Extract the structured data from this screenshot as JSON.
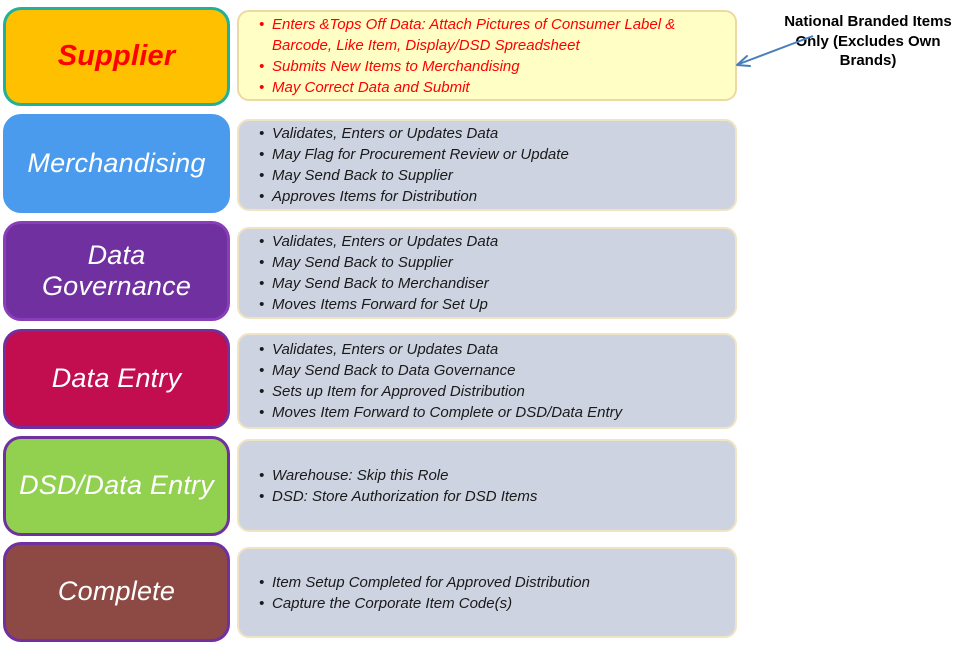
{
  "diagram": {
    "annotation": {
      "text": "National Branded Items Only (Excludes Own Brands)",
      "arrow_color": "#4A7EBB"
    },
    "rows": [
      {
        "label": "Supplier",
        "label_color": "#FF0000",
        "box_fill": "#FFC000",
        "box_border": "#1FB199",
        "desc_fill": "#FFFFC5",
        "desc_border": "#EDD9A2",
        "desc_text_color": "#FF0000",
        "bullets": [
          "Enters &Tops Off Data: Attach Pictures of Consumer Label & Barcode, Like Item, Display/DSD Spreadsheet",
          "Submits New Items to Merchandising",
          "May Correct Data and Submit"
        ]
      },
      {
        "label": "Merchandising",
        "label_color": "#FFFFFF",
        "box_fill": "#4A9BEE",
        "box_border": "#4A9BEE",
        "desc_fill": "#CDD3E0",
        "desc_border": "#F0E4C3",
        "desc_text_color": "#1A1A1A",
        "bullets": [
          "Validates, Enters or Updates Data",
          "May Flag for Procurement Review or Update",
          "May Send Back to Supplier",
          "Approves Items for Distribution"
        ]
      },
      {
        "label": "Data Governance",
        "label_color": "#FFFFFF",
        "box_fill": "#7030A0",
        "box_border": "#8A3DB8",
        "desc_fill": "#CDD3E0",
        "desc_border": "#F0E4C3",
        "desc_text_color": "#1A1A1A",
        "bullets": [
          "Validates, Enters or Updates Data",
          "May Send Back to Supplier",
          "May Send Back to Merchandiser",
          "Moves Items Forward for Set Up"
        ]
      },
      {
        "label": "Data Entry",
        "label_color": "#FFFFFF",
        "box_fill": "#C20E4E",
        "box_border": "#7030A0",
        "desc_fill": "#CDD3E0",
        "desc_border": "#F0E4C3",
        "desc_text_color": "#1A1A1A",
        "bullets": [
          "Validates, Enters or Updates Data",
          "May Send Back to Data Governance",
          "Sets up Item for Approved Distribution",
          "Moves Item Forward to Complete or DSD/Data Entry"
        ]
      },
      {
        "label": "DSD/Data Entry",
        "label_color": "#FFFFFF",
        "box_fill": "#92D050",
        "box_border": "#7030A0",
        "desc_fill": "#CDD3E0",
        "desc_border": "#F0E4C3",
        "desc_text_color": "#1A1A1A",
        "bullets": [
          "Warehouse: Skip this Role",
          "DSD: Store Authorization for DSD Items"
        ]
      },
      {
        "label": "Complete",
        "label_color": "#FFFFFF",
        "box_fill": "#8D4A44",
        "box_border": "#7030A0",
        "desc_fill": "#CDD3E0",
        "desc_border": "#F0E4C3",
        "desc_text_color": "#1A1A1A",
        "bullets": [
          "Item Setup Completed for Approved Distribution",
          "Capture the Corporate Item Code(s)"
        ]
      }
    ]
  }
}
